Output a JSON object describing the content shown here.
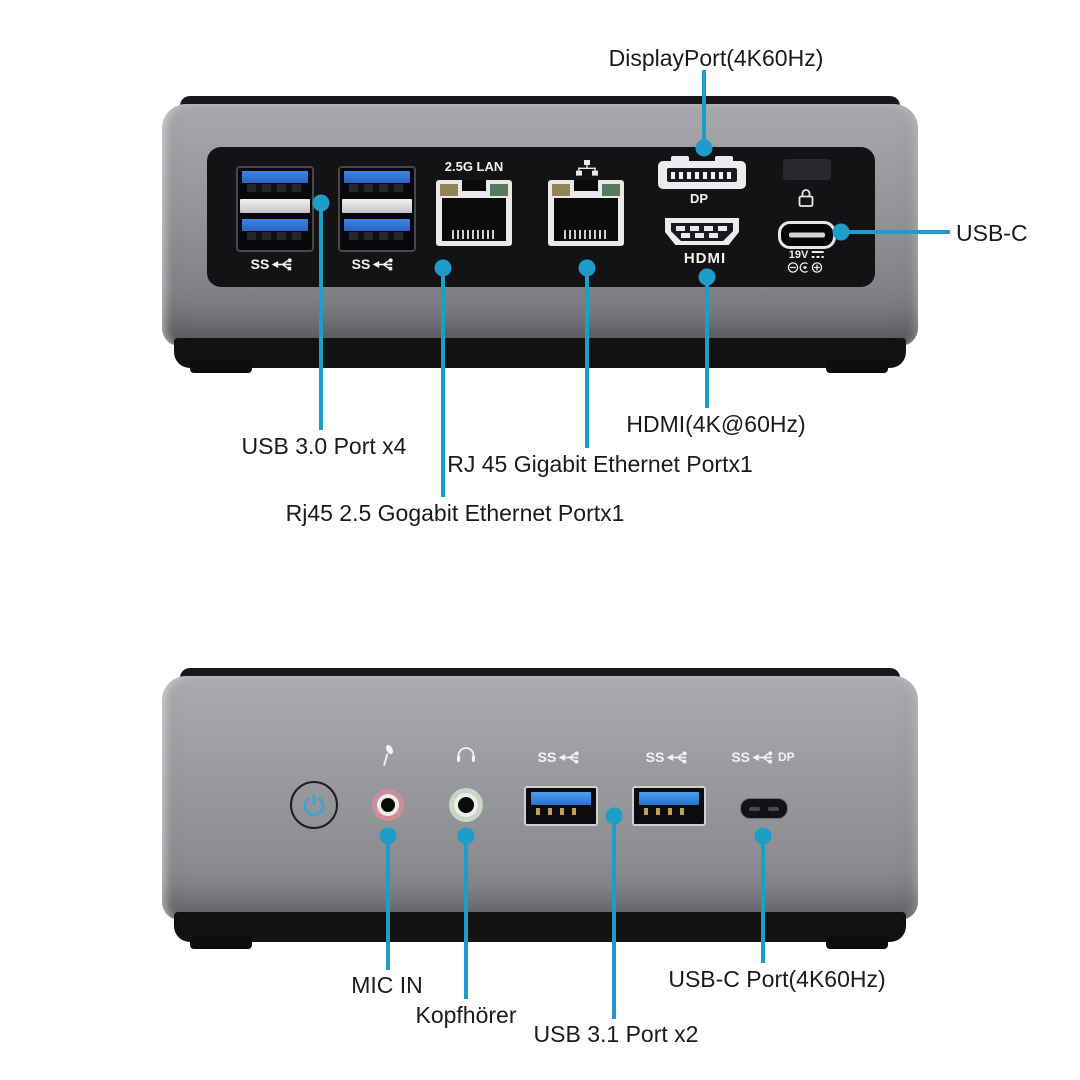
{
  "colors": {
    "callout_accent": "#1f9dc9",
    "usb_blue": "#2f74dd",
    "mic_pink": "#cf8d99",
    "headphone_green": "#c9d6c6",
    "power_blue": "#3da2d9",
    "label_text": "#1b1b1b"
  },
  "back_view": {
    "port_labels": {
      "lan": "2.5G LAN",
      "dp": "DP",
      "hdmi": "HDMI",
      "power": "19V",
      "ss": "SS"
    },
    "callouts": {
      "displayport": "DisplayPort(4K60Hz)",
      "usb_c": "USB-C",
      "usb_30": "USB 3.0 Port x4",
      "rj45_gigabit": "RJ 45 Gigabit Ethernet Portx1",
      "rj45_25g": "Rj45 2.5 Gogabit Ethernet Portx1",
      "hdmi": "HDMI(4K@60Hz)"
    }
  },
  "front_view": {
    "port_labels": {
      "ss": "SS",
      "dp": "DP"
    },
    "callouts": {
      "mic": "MIC IN",
      "headphone": "Kopfhörer",
      "usb_31": "USB 3.1 Port x2",
      "usb_c": "USB-C Port(4K60Hz)"
    }
  }
}
